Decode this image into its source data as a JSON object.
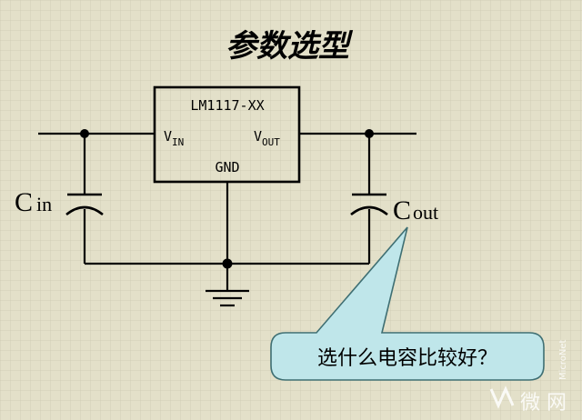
{
  "title": "参数选型",
  "ic": {
    "part_number": "LM1117-XX",
    "pin_vin_main": "V",
    "pin_vin_sub": "IN",
    "pin_vout_main": "V",
    "pin_vout_sub": "OUT",
    "pin_gnd": "GND"
  },
  "capacitors": {
    "cin_main": "C",
    "cin_sub": "in",
    "cout_main": "C",
    "cout_sub": "out"
  },
  "callout": {
    "question": "选什么电容比较好？"
  },
  "watermark": {
    "brand": "MicroNet",
    "cn_text": "微 网"
  },
  "colors": {
    "background": "#e3e0c9",
    "grid": "#d4d0b8",
    "line": "#000000",
    "callout_fill": "#bfe6ea",
    "callout_stroke": "#3f6f73"
  }
}
